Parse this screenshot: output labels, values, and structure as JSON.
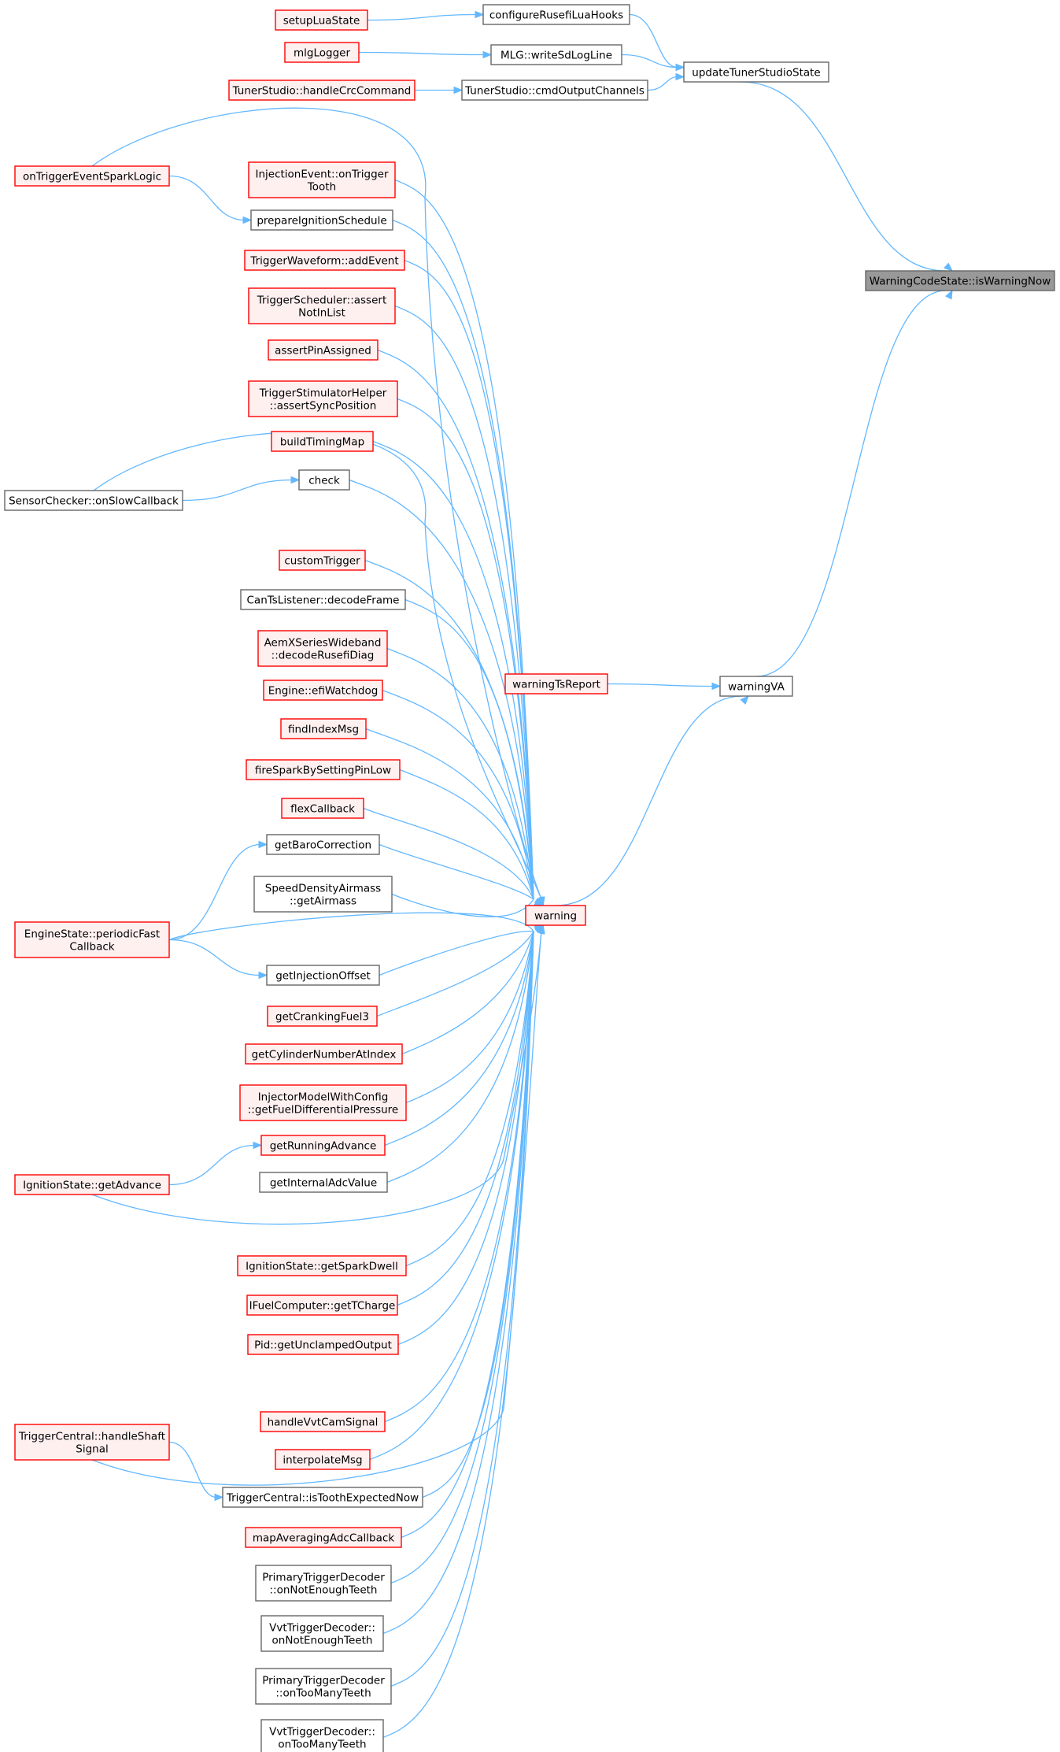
{
  "nodes": {
    "setupLuaState": {
      "label": [
        "setupLuaState"
      ],
      "style": "red"
    },
    "configureRusefiLuaHooks": {
      "label": [
        "configureRusefiLuaHooks"
      ],
      "style": "gray"
    },
    "mlgLogger": {
      "label": [
        "mlgLogger"
      ],
      "style": "red"
    },
    "writeSdLogLine": {
      "label": [
        "MLG::writeSdLogLine"
      ],
      "style": "gray"
    },
    "handleCrcCommand": {
      "label": [
        "TunerStudio::handleCrcCommand"
      ],
      "style": "red"
    },
    "cmdOutputChannels": {
      "label": [
        "TunerStudio::cmdOutputChannels"
      ],
      "style": "gray"
    },
    "updateTunerStudioState": {
      "label": [
        "updateTunerStudioState"
      ],
      "style": "gray"
    },
    "isWarningNow": {
      "label": [
        "WarningCodeState::isWarningNow"
      ],
      "style": "focus"
    },
    "onTriggerEventSparkLogic": {
      "label": [
        "onTriggerEventSparkLogic"
      ],
      "style": "red"
    },
    "onTriggerTooth": {
      "label": [
        "InjectionEvent::onTrigger",
        "Tooth"
      ],
      "style": "red"
    },
    "prepareIgnitionSchedule": {
      "label": [
        "prepareIgnitionSchedule"
      ],
      "style": "gray"
    },
    "addEvent": {
      "label": [
        "TriggerWaveform::addEvent"
      ],
      "style": "red"
    },
    "assertNotInList": {
      "label": [
        "TriggerScheduler::assert",
        "NotInList"
      ],
      "style": "red"
    },
    "assertPinAssigned": {
      "label": [
        "assertPinAssigned"
      ],
      "style": "red"
    },
    "assertSyncPosition": {
      "label": [
        "TriggerStimulatorHelper",
        "::assertSyncPosition"
      ],
      "style": "red"
    },
    "buildTimingMap": {
      "label": [
        "buildTimingMap"
      ],
      "style": "red"
    },
    "check": {
      "label": [
        "check"
      ],
      "style": "gray"
    },
    "onSlowCallback": {
      "label": [
        "SensorChecker::onSlowCallback"
      ],
      "style": "gray"
    },
    "customTrigger": {
      "label": [
        "customTrigger"
      ],
      "style": "red"
    },
    "decodeFrame": {
      "label": [
        "CanTsListener::decodeFrame"
      ],
      "style": "gray"
    },
    "decodeRusefiDiag": {
      "label": [
        "AemXSeriesWideband",
        "::decodeRusefiDiag"
      ],
      "style": "red"
    },
    "efiWatchdog": {
      "label": [
        "Engine::efiWatchdog"
      ],
      "style": "red"
    },
    "findIndexMsg": {
      "label": [
        "findIndexMsg"
      ],
      "style": "red"
    },
    "fireSparkBySettingPinLow": {
      "label": [
        "fireSparkBySettingPinLow"
      ],
      "style": "red"
    },
    "flexCallback": {
      "label": [
        "flexCallback"
      ],
      "style": "red"
    },
    "getBaroCorrection": {
      "label": [
        "getBaroCorrection"
      ],
      "style": "gray"
    },
    "getAirmass": {
      "label": [
        "SpeedDensityAirmass",
        "::getAirmass"
      ],
      "style": "gray"
    },
    "periodicFastCallback": {
      "label": [
        "EngineState::periodicFast",
        "Callback"
      ],
      "style": "red"
    },
    "getInjectionOffset": {
      "label": [
        "getInjectionOffset"
      ],
      "style": "gray"
    },
    "getCrankingFuel3": {
      "label": [
        "getCrankingFuel3"
      ],
      "style": "red"
    },
    "getCylinderNumberAtIndex": {
      "label": [
        "getCylinderNumberAtIndex"
      ],
      "style": "red"
    },
    "getFuelDifferentialPressure": {
      "label": [
        "InjectorModelWithConfig",
        "::getFuelDifferentialPressure"
      ],
      "style": "red"
    },
    "getRunningAdvance": {
      "label": [
        "getRunningAdvance"
      ],
      "style": "red"
    },
    "getInternalAdcValue": {
      "label": [
        "getInternalAdcValue"
      ],
      "style": "gray"
    },
    "getAdvance": {
      "label": [
        "IgnitionState::getAdvance"
      ],
      "style": "red"
    },
    "getSparkDwell": {
      "label": [
        "IgnitionState::getSparkDwell"
      ],
      "style": "red"
    },
    "getTCharge": {
      "label": [
        "IFuelComputer::getTCharge"
      ],
      "style": "red"
    },
    "getUnclampedOutput": {
      "label": [
        "Pid::getUnclampedOutput"
      ],
      "style": "red"
    },
    "handleShaftSignal": {
      "label": [
        "TriggerCentral::handleShaft",
        "Signal"
      ],
      "style": "red"
    },
    "handleVvtCamSignal": {
      "label": [
        "handleVvtCamSignal"
      ],
      "style": "red"
    },
    "interpolateMsg": {
      "label": [
        "interpolateMsg"
      ],
      "style": "red"
    },
    "isToothExpectedNow": {
      "label": [
        "TriggerCentral::isToothExpectedNow"
      ],
      "style": "gray"
    },
    "mapAveragingAdcCallback": {
      "label": [
        "mapAveragingAdcCallback"
      ],
      "style": "red"
    },
    "primaryOnNotEnoughTeeth": {
      "label": [
        "PrimaryTriggerDecoder",
        "::onNotEnoughTeeth"
      ],
      "style": "gray"
    },
    "vvtOnNotEnoughTeeth": {
      "label": [
        "VvtTriggerDecoder::",
        "onNotEnoughTeeth"
      ],
      "style": "gray"
    },
    "primaryOnTooManyTeeth": {
      "label": [
        "PrimaryTriggerDecoder",
        "::onTooManyTeeth"
      ],
      "style": "gray"
    },
    "vvtOnTooManyTeeth": {
      "label": [
        "VvtTriggerDecoder::",
        "onTooManyTeeth"
      ],
      "style": "gray"
    },
    "warning": {
      "label": [
        "warning"
      ],
      "style": "red"
    },
    "warningTsReport": {
      "label": [
        "warningTsReport"
      ],
      "style": "red"
    },
    "warningVA": {
      "label": [
        "warningVA"
      ],
      "style": "gray"
    }
  },
  "edges": [
    [
      "setupLuaState",
      "configureRusefiLuaHooks"
    ],
    [
      "mlgLogger",
      "writeSdLogLine"
    ],
    [
      "handleCrcCommand",
      "cmdOutputChannels"
    ],
    [
      "configureRusefiLuaHooks",
      "updateTunerStudioState"
    ],
    [
      "writeSdLogLine",
      "updateTunerStudioState"
    ],
    [
      "cmdOutputChannels",
      "updateTunerStudioState"
    ],
    [
      "updateTunerStudioState",
      "isWarningNow"
    ],
    [
      "warningVA",
      "isWarningNow"
    ],
    [
      "warningTsReport",
      "warningVA"
    ],
    [
      "warning",
      "warningVA"
    ],
    [
      "onTriggerEventSparkLogic",
      "prepareIgnitionSchedule"
    ],
    [
      "onSlowCallback",
      "check"
    ],
    [
      "periodicFastCallback",
      "getBaroCorrection"
    ],
    [
      "periodicFastCallback",
      "getInjectionOffset"
    ],
    [
      "getAdvance",
      "getRunningAdvance"
    ],
    [
      "handleShaftSignal",
      "isToothExpectedNow"
    ],
    [
      "onTriggerEventSparkLogic",
      "warning"
    ],
    [
      "onTriggerTooth",
      "warning"
    ],
    [
      "prepareIgnitionSchedule",
      "warning"
    ],
    [
      "addEvent",
      "warning"
    ],
    [
      "assertNotInList",
      "warning"
    ],
    [
      "assertPinAssigned",
      "warning"
    ],
    [
      "assertSyncPosition",
      "warning"
    ],
    [
      "buildTimingMap",
      "warning"
    ],
    [
      "check",
      "warning"
    ],
    [
      "onSlowCallback",
      "warning"
    ],
    [
      "customTrigger",
      "warning"
    ],
    [
      "decodeFrame",
      "warning"
    ],
    [
      "decodeRusefiDiag",
      "warning"
    ],
    [
      "efiWatchdog",
      "warning"
    ],
    [
      "findIndexMsg",
      "warning"
    ],
    [
      "fireSparkBySettingPinLow",
      "warning"
    ],
    [
      "flexCallback",
      "warning"
    ],
    [
      "getBaroCorrection",
      "warning"
    ],
    [
      "getAirmass",
      "warning"
    ],
    [
      "periodicFastCallback",
      "warning"
    ],
    [
      "getInjectionOffset",
      "warning"
    ],
    [
      "getCrankingFuel3",
      "warning"
    ],
    [
      "getCylinderNumberAtIndex",
      "warning"
    ],
    [
      "getFuelDifferentialPressure",
      "warning"
    ],
    [
      "getRunningAdvance",
      "warning"
    ],
    [
      "getInternalAdcValue",
      "warning"
    ],
    [
      "getAdvance",
      "warning"
    ],
    [
      "getSparkDwell",
      "warning"
    ],
    [
      "getTCharge",
      "warning"
    ],
    [
      "getUnclampedOutput",
      "warning"
    ],
    [
      "handleShaftSignal",
      "warning"
    ],
    [
      "handleVvtCamSignal",
      "warning"
    ],
    [
      "interpolateMsg",
      "warning"
    ],
    [
      "isToothExpectedNow",
      "warning"
    ],
    [
      "mapAveragingAdcCallback",
      "warning"
    ],
    [
      "primaryOnNotEnoughTeeth",
      "warning"
    ],
    [
      "vvtOnNotEnoughTeeth",
      "warning"
    ],
    [
      "primaryOnTooManyTeeth",
      "warning"
    ],
    [
      "vvtOnTooManyTeeth",
      "warning"
    ]
  ]
}
